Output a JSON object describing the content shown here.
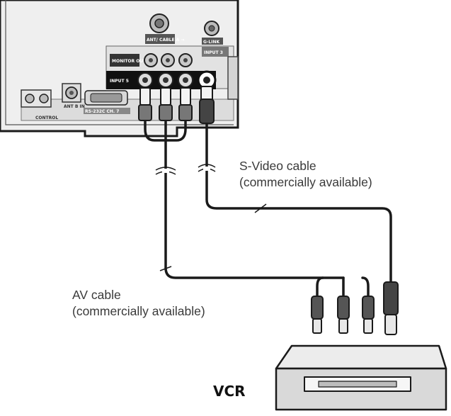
{
  "panel_labels": {
    "ant_cable": "ANT/ CABLE A →",
    "monitor_out": "MONITOR OUT",
    "input5": "INPUT 5",
    "input3": "INPUT 3",
    "g_link": "G-LINK",
    "control": "CONTROL",
    "ant_b": "ANT B IN",
    "rs232c": "RS-232C CH. 7"
  },
  "cables": {
    "svideo_line1": "S-Video cable",
    "svideo_line2": "(commercially available)",
    "av_line1": "AV cable",
    "av_line2": "(commercially available)"
  },
  "device": {
    "vcr_label": "VCR"
  },
  "colors": {
    "line": "#1a1a1a",
    "panel_fill": "#eeeeee",
    "vcr_fill": "#d9d9d9",
    "label_text": "#3a3a3a"
  }
}
